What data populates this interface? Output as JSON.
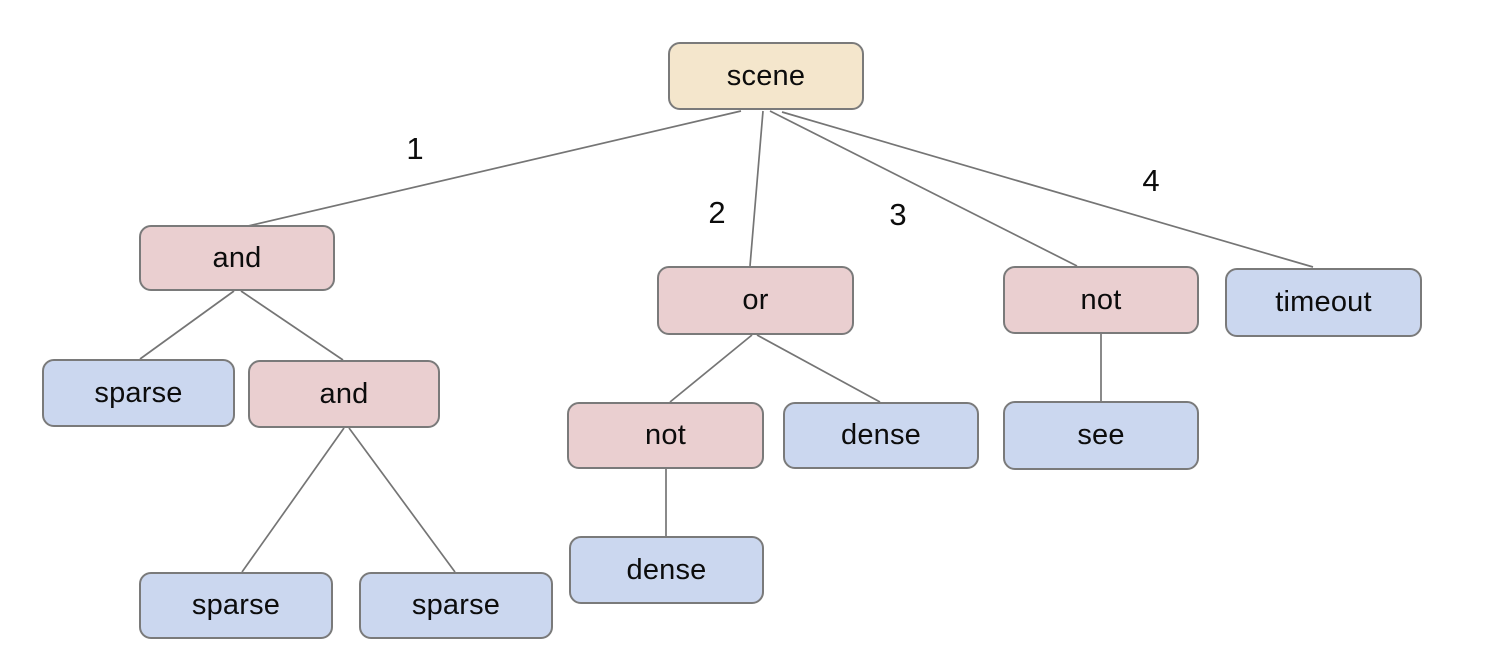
{
  "colors": {
    "root_fill": "#f4e6cc",
    "operator_fill": "#eacfd0",
    "leaf_fill": "#cbd7ef",
    "node_border": "#7a7a7a",
    "edge_line": "#757575",
    "text": "#0c0c0c",
    "background": "#ffffff"
  },
  "nodes": [
    {
      "id": "scene",
      "label": "scene",
      "kind": "root"
    },
    {
      "id": "and-a",
      "label": "and",
      "kind": "operator"
    },
    {
      "id": "or",
      "label": "or",
      "kind": "operator"
    },
    {
      "id": "not-a",
      "label": "not",
      "kind": "operator"
    },
    {
      "id": "timeout",
      "label": "timeout",
      "kind": "leaf"
    },
    {
      "id": "sparse-a",
      "label": "sparse",
      "kind": "leaf"
    },
    {
      "id": "and-b",
      "label": "and",
      "kind": "operator"
    },
    {
      "id": "not-b",
      "label": "not",
      "kind": "operator"
    },
    {
      "id": "dense-a",
      "label": "dense",
      "kind": "leaf"
    },
    {
      "id": "see",
      "label": "see",
      "kind": "leaf"
    },
    {
      "id": "dense-b",
      "label": "dense",
      "kind": "leaf"
    },
    {
      "id": "sparse-b",
      "label": "sparse",
      "kind": "leaf"
    },
    {
      "id": "sparse-c",
      "label": "sparse",
      "kind": "leaf"
    }
  ],
  "edge_labels": [
    {
      "text": "1"
    },
    {
      "text": "2"
    },
    {
      "text": "3"
    },
    {
      "text": "4"
    }
  ],
  "structure": {
    "root": "scene",
    "branches": [
      {
        "edge": "1",
        "node": "and",
        "children": [
          {
            "node": "sparse"
          },
          {
            "node": "and",
            "children": [
              {
                "node": "sparse"
              },
              {
                "node": "sparse"
              }
            ]
          }
        ]
      },
      {
        "edge": "2",
        "node": "or",
        "children": [
          {
            "node": "not",
            "children": [
              {
                "node": "dense"
              }
            ]
          },
          {
            "node": "dense"
          }
        ]
      },
      {
        "edge": "3",
        "node": "not",
        "children": [
          {
            "node": "see"
          }
        ]
      },
      {
        "edge": "4",
        "node": "timeout"
      }
    ]
  }
}
